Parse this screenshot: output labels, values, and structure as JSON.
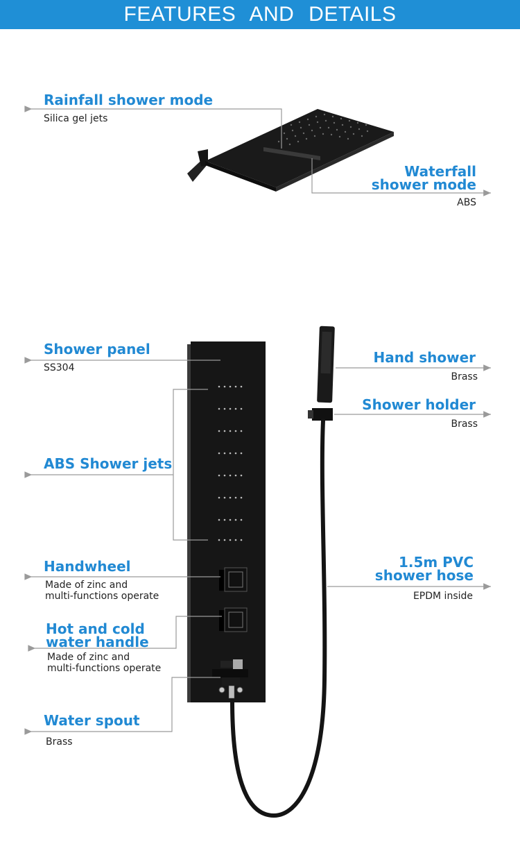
{
  "header": {
    "title": "FEATURES AND DETAILS"
  },
  "colors": {
    "header_bg": "#1f8fd6",
    "title_blue": "#2189d3",
    "line_gray": "#9a9a9a",
    "product_black": "#1a1a1a"
  },
  "labels": {
    "rainfall": {
      "title": "Rainfall shower mode",
      "sub": "Silica gel jets"
    },
    "waterfall": {
      "title_line1": "Waterfall",
      "title_line2": "shower mode",
      "sub": "ABS"
    },
    "panel": {
      "title": "Shower panel",
      "sub": "SS304"
    },
    "jets": {
      "title": "ABS Shower jets"
    },
    "handwheel": {
      "title": "Handwheel",
      "sub_line1": "Made of zinc and",
      "sub_line2": "multi-functions operate"
    },
    "hotcold": {
      "title_line1": "Hot and cold",
      "title_line2": "water handle",
      "sub_line1": "Made of zinc and",
      "sub_line2": "multi-functions operate"
    },
    "spout": {
      "title": "Water spout",
      "sub": "Brass"
    },
    "hand_shower": {
      "title": "Hand shower",
      "sub": "Brass"
    },
    "holder": {
      "title": "Shower holder",
      "sub": "Brass"
    },
    "hose": {
      "title_line1": "1.5m PVC",
      "title_line2": "shower hose",
      "sub": "EPDM inside"
    }
  }
}
